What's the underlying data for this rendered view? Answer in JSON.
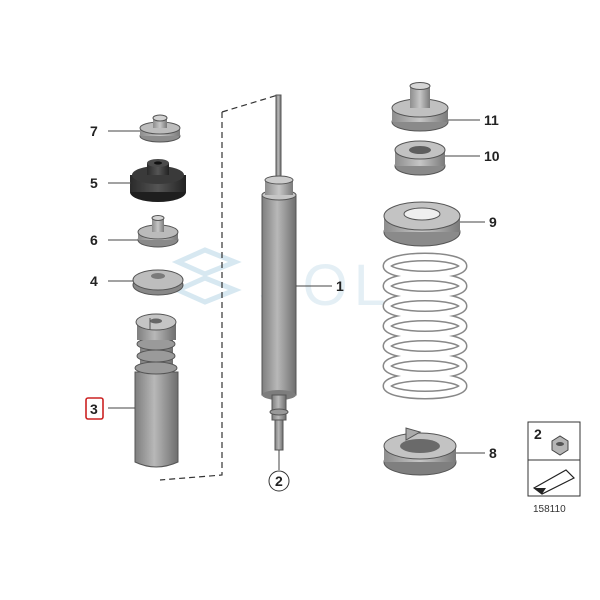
{
  "callouts": {
    "p1": "1",
    "p2": "2",
    "p3": "3",
    "p4": "4",
    "p5": "5",
    "p6": "6",
    "p7": "7",
    "p8": "8",
    "p9": "9",
    "p10": "10",
    "p11": "11"
  },
  "reference_box": {
    "part_label": "2",
    "diagram_number": "158110"
  },
  "watermark": {
    "text": "SOL"
  },
  "colors": {
    "part_gray": "#9a9a9a",
    "spring_white": "#ffffff",
    "highlight_red": "#cc2222",
    "watermark_blue": "#cfe3ee"
  }
}
